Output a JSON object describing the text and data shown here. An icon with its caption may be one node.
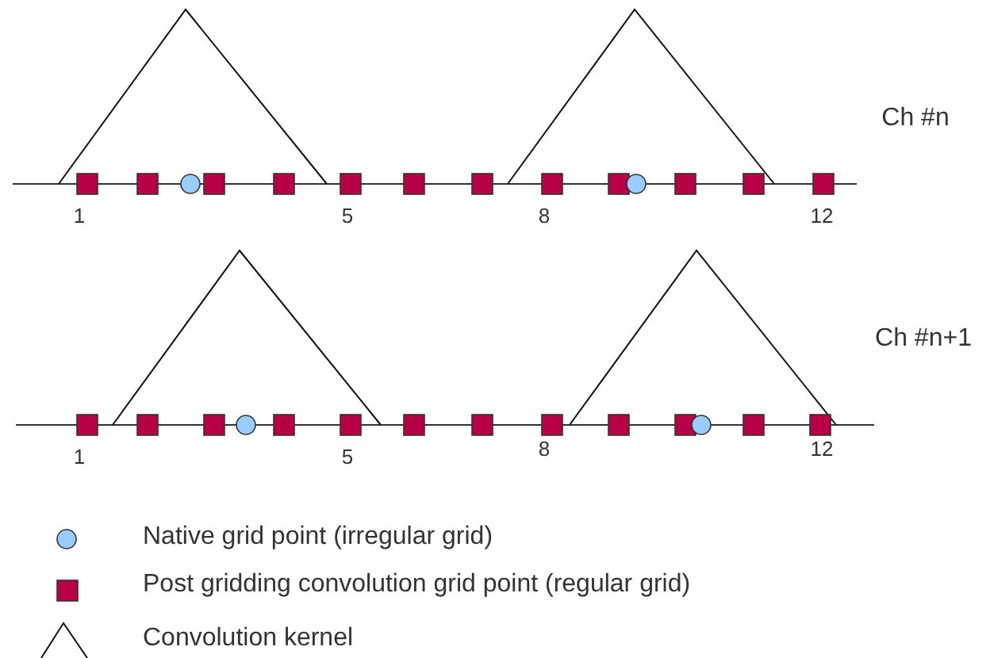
{
  "diagram": {
    "labels": [
      "Ch #n",
      "1",
      "5",
      "8",
      "12",
      "Ch #n+1",
      "1",
      "5",
      "8",
      "12"
    ],
    "legend": [
      {
        "text": "Native grid point (irregular grid)"
      },
      {
        "text": "Post gridding convolution grid point (regular grid)"
      },
      {
        "text": "Convolution kernel"
      }
    ]
  }
}
